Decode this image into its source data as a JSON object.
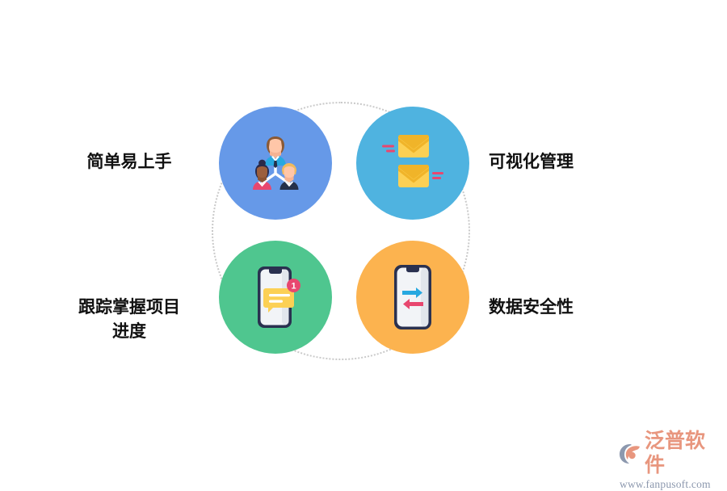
{
  "page": {
    "background_color": "#ffffff",
    "ring": {
      "style": "dotted",
      "color": "#c9c9c9"
    }
  },
  "features": [
    {
      "id": "easy-to-use",
      "label": "简单易上手",
      "label_position": "left",
      "circle_color": "#6699e8",
      "icon": "team-group-icon",
      "icon_description": "三人团队组织结构图标"
    },
    {
      "id": "visual-management",
      "label": "可视化管理",
      "label_position": "right",
      "circle_color": "#4fb3e0",
      "icon": "envelopes-icon",
      "icon_description": "两个黄色信封与速度线"
    },
    {
      "id": "progress-tracking",
      "label": "跟踪掌握项目\n进度",
      "label_position": "left",
      "circle_color": "#4fc68f",
      "icon": "phone-chat-notification-icon",
      "icon_description": "手机聊天气泡与未读角标",
      "badge_count": "1"
    },
    {
      "id": "data-security",
      "label": "数据安全性",
      "label_position": "right",
      "circle_color": "#fcb34f",
      "icon": "phone-data-transfer-icon",
      "icon_description": "手机双向数据传输箭头"
    }
  ],
  "watermark": {
    "brand": "泛普软件",
    "url": "www.fanpusoft.com",
    "brand_color": "#e8967e",
    "url_color": "#8c98ae",
    "logo_icon": "fanpusoft-logo-icon"
  }
}
